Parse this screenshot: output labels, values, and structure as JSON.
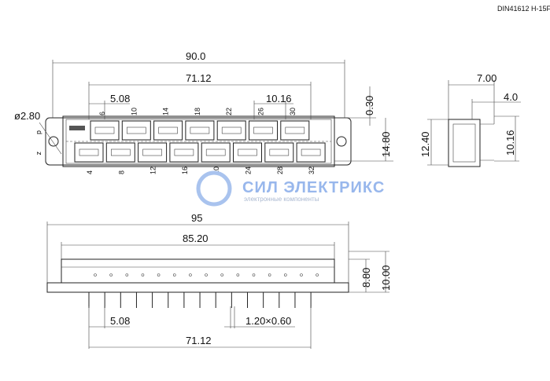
{
  "title": "DIN41612 H-15F",
  "top_view": {
    "dim_overall": "90.0",
    "dim_pitch_span": "71.12",
    "dim_pitch": "5.08",
    "dim_pitch_double": "10.16",
    "dim_offset": "0.30",
    "dim_height": "14.80",
    "dim_hole": "ø2.80",
    "row_labels": [
      "d",
      "z"
    ],
    "pins_top": [
      "6",
      "10",
      "14",
      "18",
      "22",
      "26",
      "30"
    ],
    "pins_bottom": [
      "4",
      "8",
      "12",
      "16",
      "20",
      "24",
      "28",
      "32"
    ]
  },
  "side_view": {
    "dim_depth": "7.00",
    "dim_pin_offset": "4.0",
    "dim_height": "12.40",
    "dim_row_spacing": "10.16"
  },
  "bottom_view": {
    "dim_overall": "95",
    "dim_mount": "85.20",
    "dim_body_height": "8.80",
    "dim_total_height": "10.00",
    "dim_pitch": "5.08",
    "dim_pin_size": "1.20×0.60",
    "dim_pitch_span": "71.12"
  },
  "watermark": {
    "brand": "СИЛ ЭЛЕКТРИКС",
    "tagline": "электронные компоненты"
  }
}
